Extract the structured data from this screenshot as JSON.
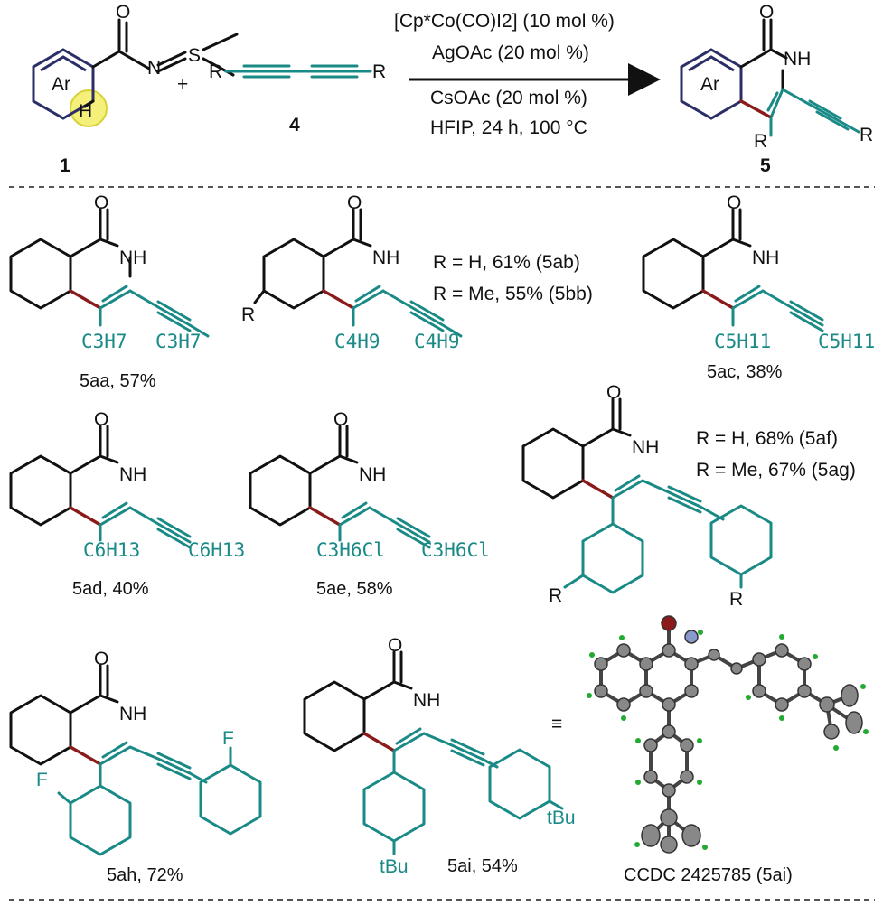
{
  "reaction": {
    "conditions": [
      "[Cp*Co(CO)I2] (10 mol %)",
      "AgOAc (20 mol %)",
      "CsOAc (20 mol %)",
      "HFIP, 24 h, 100 °C"
    ],
    "substrate_label": "1",
    "reagent_label": "4",
    "product_label": "5",
    "plus": "+",
    "atoms": {
      "O": "O",
      "N": "N",
      "S": "S",
      "H": "H",
      "NH": "NH",
      "Ar": "Ar",
      "R": "R",
      "F": "F"
    }
  },
  "products": [
    {
      "id": "5aa",
      "caption": "5aa, 57%",
      "r1": "C3H7",
      "r2": "C3H7"
    },
    {
      "id": "5ab",
      "notes": [
        "R = H, 61% (5ab)",
        "R = Me, 55% (5bb)"
      ],
      "r1": "C4H9",
      "r2": "C4H9"
    },
    {
      "id": "5ac",
      "caption": "5ac, 38%",
      "r1": "C5H11",
      "r2": "C5H11"
    },
    {
      "id": "5ad",
      "caption": "5ad, 40%",
      "r1": "C6H13",
      "r2": "C6H13"
    },
    {
      "id": "5ae",
      "caption": "5ae, 58%",
      "r1": "C3H6Cl",
      "r2": "C3H6Cl"
    },
    {
      "id": "5af",
      "notes": [
        "R = H, 68% (5af)",
        "R = Me, 67% (5ag)"
      ]
    },
    {
      "id": "5ah",
      "caption": "5ah, 72%"
    },
    {
      "id": "5ai",
      "caption": "5ai, 54%",
      "tbu": "tBu"
    }
  ],
  "xray": {
    "equiv": "≡",
    "caption": "CCDC 2425785 (5ai)"
  },
  "colors": {
    "teal": "#1a8a86",
    "red": "#8b1a1a",
    "navy": "#2b2f66",
    "highlight": "#f4f07a"
  }
}
